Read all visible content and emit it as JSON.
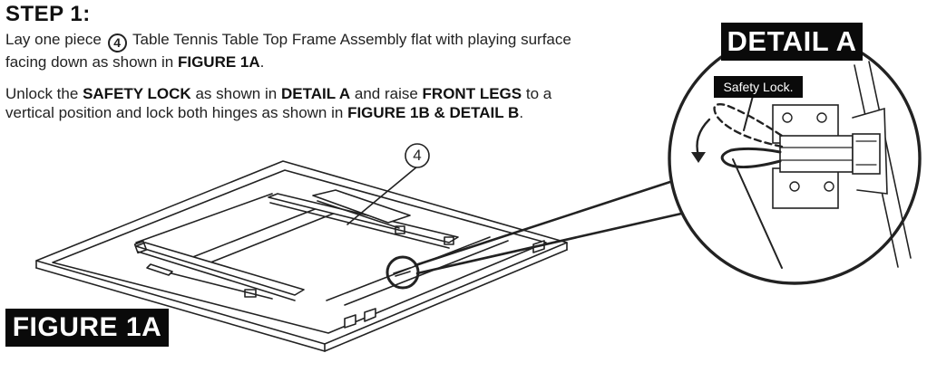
{
  "step": {
    "title": "STEP 1:"
  },
  "instructions": {
    "p1_a": "Lay one piece",
    "p1_num": "4",
    "p1_b": "Table Tennis Table Top Frame Assembly flat with playing surface facing down as shown in",
    "p1_ref": "FIGURE 1A",
    "p1_end": ".",
    "p2_a": "Unlock the",
    "p2_b": "SAFETY LOCK",
    "p2_c": "as shown in",
    "p2_d": "DETAIL A",
    "p2_e": "and raise",
    "p2_f": "FRONT LEGS",
    "p2_g": "to a vertical position and lock both hinges as shown in",
    "p2_h": "FIGURE 1B",
    "p2_i": "&",
    "p2_j": "DETAIL B",
    "p2_k": "."
  },
  "figure": {
    "label": "FIGURE 1A",
    "part_callout": "4"
  },
  "detail": {
    "label": "DETAIL A",
    "callout": "Safety Lock."
  }
}
